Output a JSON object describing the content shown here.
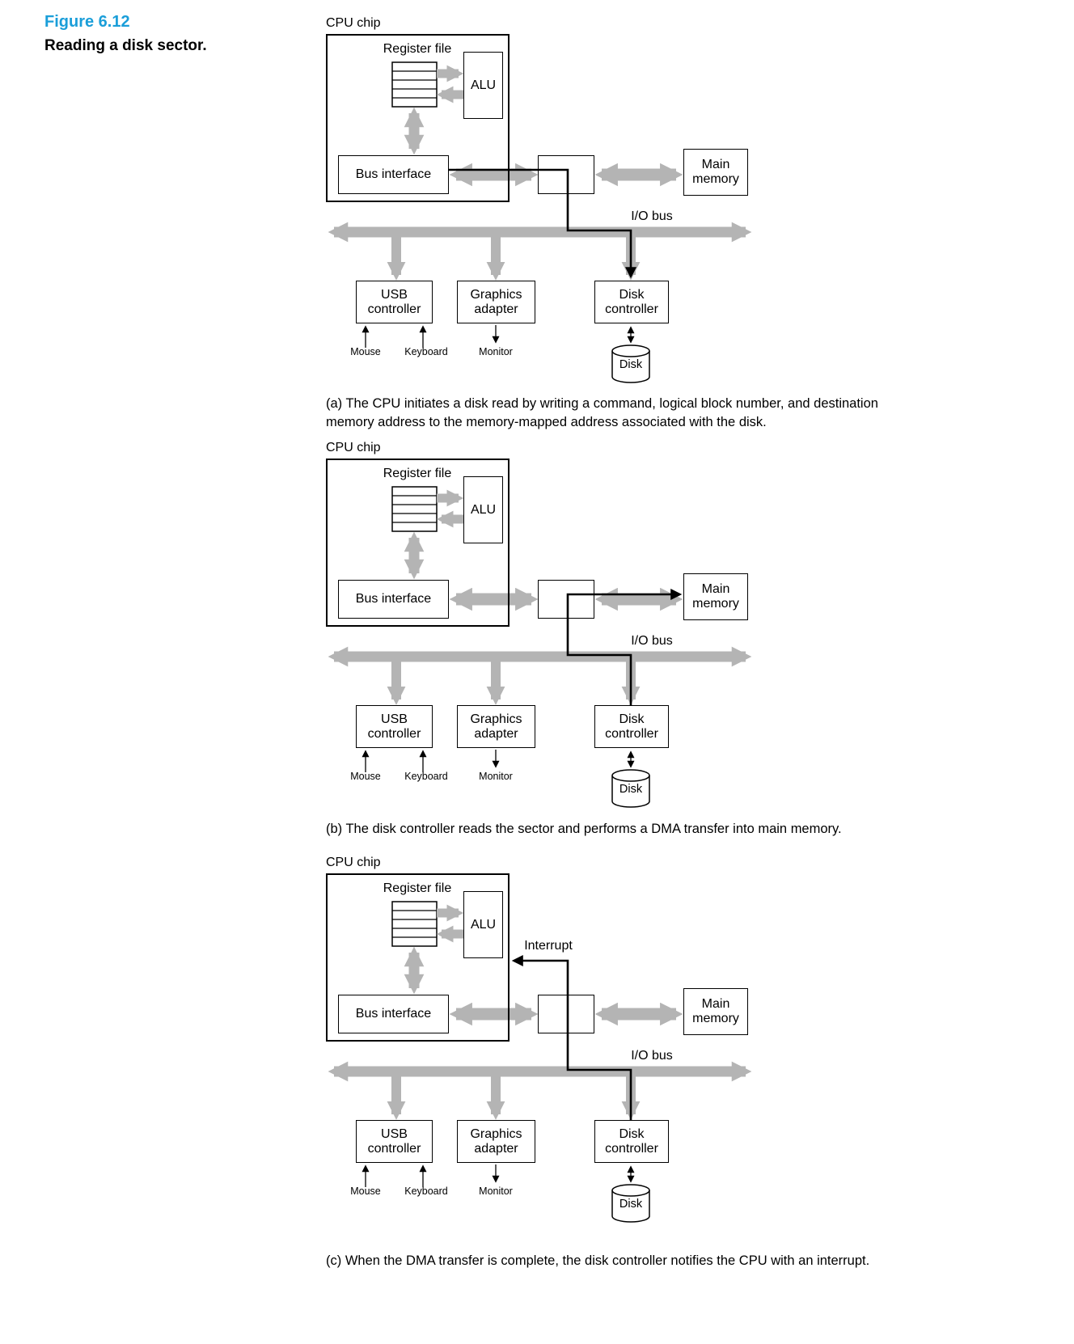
{
  "figure": {
    "number": "Figure 6.12",
    "title": "Reading a disk sector."
  },
  "labels": {
    "cpu_chip": "CPU chip",
    "register_file": "Register file",
    "alu": "ALU",
    "bus_interface": "Bus interface",
    "main_memory": "Main memory",
    "io_bus": "I/O bus",
    "usb_controller": "USB controller",
    "graphics_adapter": "Graphics adapter",
    "disk_controller": "Disk controller",
    "mouse": "Mouse",
    "keyboard": "Keyboard",
    "monitor": "Monitor",
    "disk": "Disk",
    "interrupt": "Interrupt"
  },
  "captions": {
    "a": "(a) The CPU initiates a disk read by writing a command, logical block number, and destination memory address to the memory-mapped address associated with the disk.",
    "b": "(b) The disk controller reads the sector and performs a DMA transfer into main memory.",
    "c": "(c) When the DMA transfer is complete, the disk controller notifies the CPU with an interrupt."
  },
  "colors": {
    "accent_blue": "#1a9ed9",
    "arrow_gray": "#b4b4b4",
    "line_black": "#000000"
  }
}
